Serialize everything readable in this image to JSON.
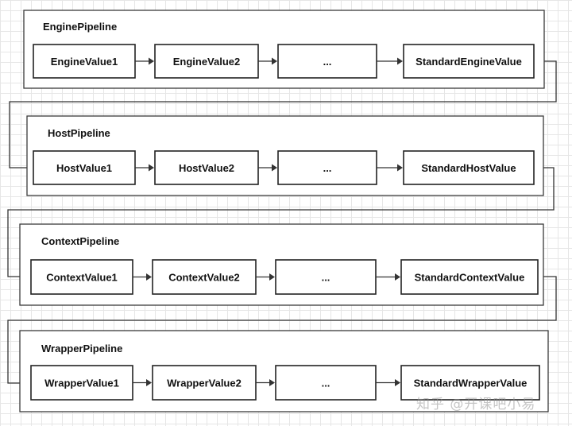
{
  "pipelines": [
    {
      "title": "EnginePipeline",
      "valves": [
        "EngineValue1",
        "EngineValue2",
        "...",
        "StandardEngineValue"
      ]
    },
    {
      "title": "HostPipeline",
      "valves": [
        "HostValue1",
        "HostValue2",
        "...",
        "StandardHostValue"
      ]
    },
    {
      "title": "ContextPipeline",
      "valves": [
        "ContextValue1",
        "ContextValue2",
        "...",
        "StandardContextValue"
      ]
    },
    {
      "title": "WrapperPipeline",
      "valves": [
        "WrapperValue1",
        "WrapperValue2",
        "...",
        "StandardWrapperValue"
      ]
    }
  ],
  "watermark": "知乎 @开课吧小易"
}
